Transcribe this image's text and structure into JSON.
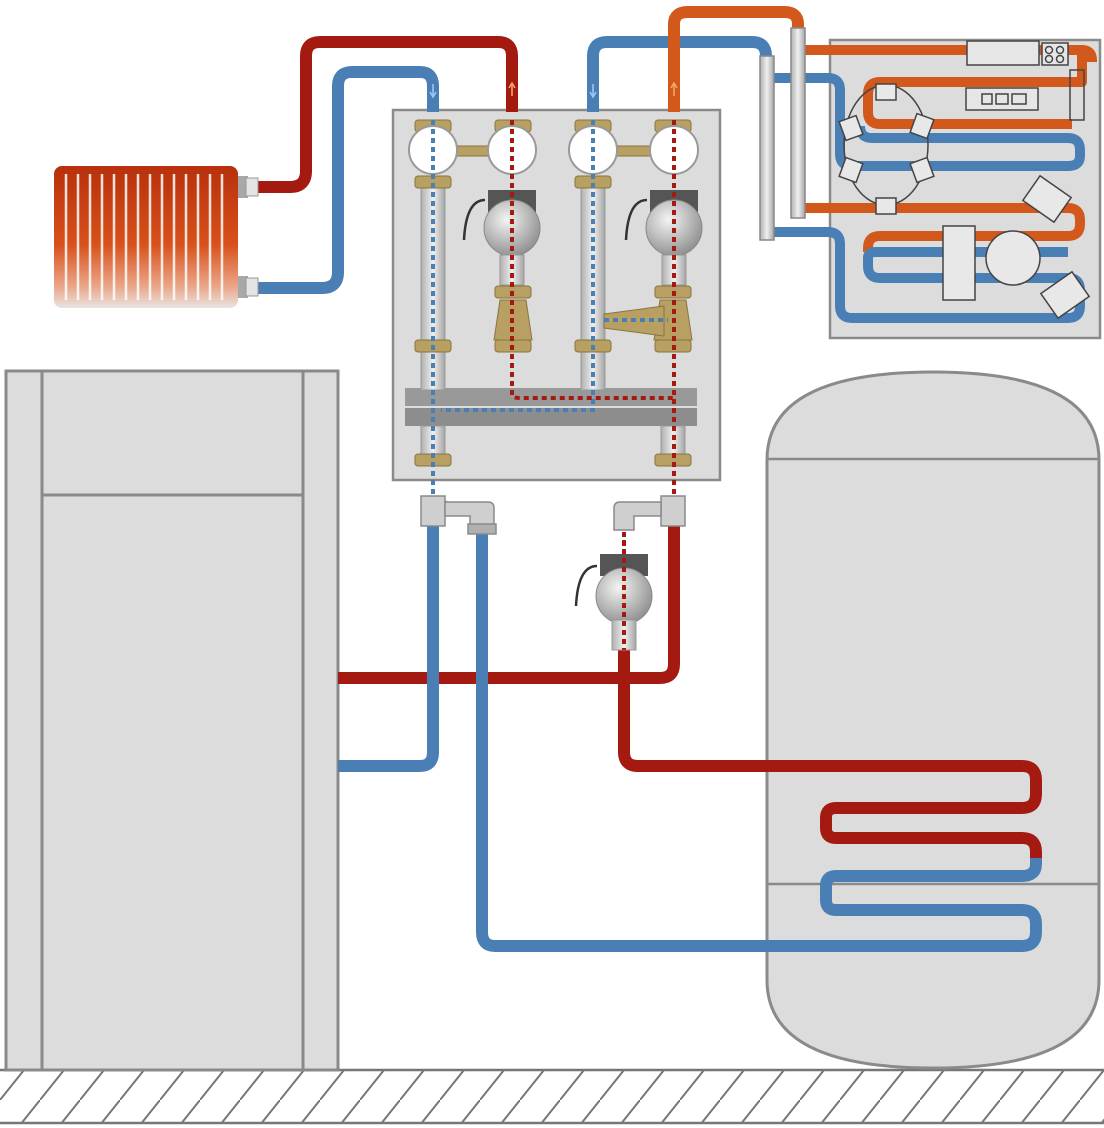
{
  "colors": {
    "supply": "#a51a10",
    "return": "#4a7fb5",
    "floor_supply": "#d2581c",
    "equipment_fill": "#dcdcdc",
    "equipment_stroke": "#8a8a8a",
    "brass": "#b8a062",
    "background": "#ffffff"
  },
  "flow_arrows": [
    "down",
    "up",
    "down",
    "up"
  ],
  "components": {
    "radiator": "radiator",
    "boiler": "boiler",
    "manifold_station": "mixing-manifold-station",
    "floor_heating": "underfloor-heating-loops",
    "storage_tank": "hot-water-storage-tank",
    "tank_pump": "tank-loading-pump",
    "ground": "floor-hatching"
  }
}
